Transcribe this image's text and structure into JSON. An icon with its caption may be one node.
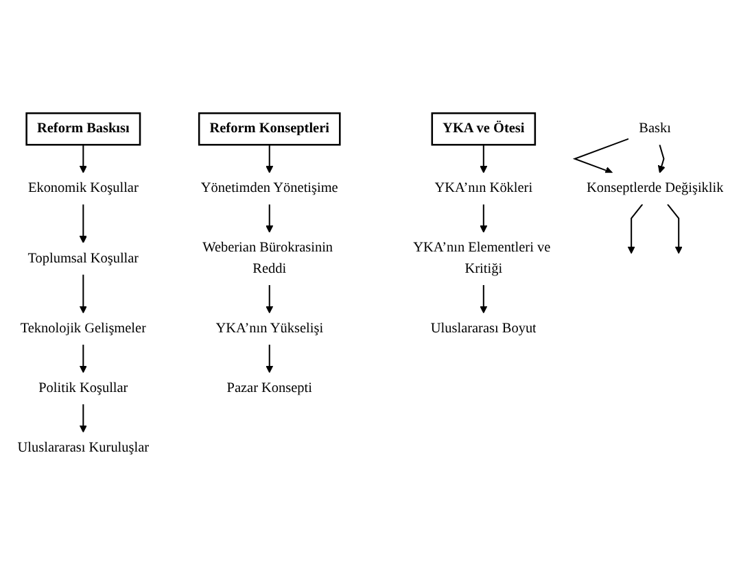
{
  "diagram": {
    "nodes": [
      {
        "text": [
          "Reform Baskısı"
        ]
      },
      {
        "text": [
          "Ekonomik Koşullar"
        ]
      },
      {
        "text": [
          "Toplumsal Koşullar"
        ]
      },
      {
        "text": [
          "Teknolojik Gelişmeler"
        ]
      },
      {
        "text": [
          "Politik Koşullar"
        ]
      },
      {
        "text": [
          "Uluslararası Kuruluşlar"
        ]
      },
      {
        "text": [
          "Reform Konseptleri"
        ]
      },
      {
        "text": [
          "Yönetimden Yönetişime"
        ]
      },
      {
        "text": [
          "Weberian Bürokrasinin Reddi"
        ]
      },
      {
        "text": [
          "YKA’nın Yükselişi"
        ]
      },
      {
        "text": [
          "Pazar Konsepti"
        ]
      },
      {
        "text": [
          "YKA ve Ötesi"
        ]
      },
      {
        "text": [
          "YKA’nın Kökleri"
        ]
      },
      {
        "text": [
          "YKA’nın Elementleri ve Kritiği"
        ]
      },
      {
        "text": [
          "Uluslararası Boyut"
        ]
      },
      {
        "text": [
          "Baskı"
        ]
      },
      {
        "text": [
          "Konseptlerde Değişiklik"
        ]
      }
    ],
    "edges": [
      {
        "from": 0,
        "to": 1,
        "arrow": "to"
      },
      {
        "from": 1,
        "to": 2,
        "arrow": "to"
      },
      {
        "from": 2,
        "to": 3,
        "arrow": "to"
      },
      {
        "from": 3,
        "to": 4,
        "arrow": "to"
      },
      {
        "from": 4,
        "to": 5,
        "arrow": "to"
      },
      {
        "from": 6,
        "to": 7,
        "arrow": "to"
      },
      {
        "from": 7,
        "to": 8,
        "arrow": "to"
      },
      {
        "from": 8,
        "to": 9,
        "arrow": "to"
      },
      {
        "from": 9,
        "to": 10,
        "arrow": "to"
      },
      {
        "from": 11,
        "to": 12,
        "arrow": "to"
      },
      {
        "from": 12,
        "to": 13,
        "arrow": "to"
      },
      {
        "from": 13,
        "to": 14,
        "arrow": "to"
      },
      {
        "from": 15,
        "to": 16,
        "arrow": "to"
      },
      {
        "from": 15,
        "to": 16,
        "arrow": "to"
      },
      {
        "from": 16,
        "to": null,
        "arrow": "to"
      },
      {
        "from": 16,
        "to": null,
        "arrow": "to"
      }
    ]
  }
}
